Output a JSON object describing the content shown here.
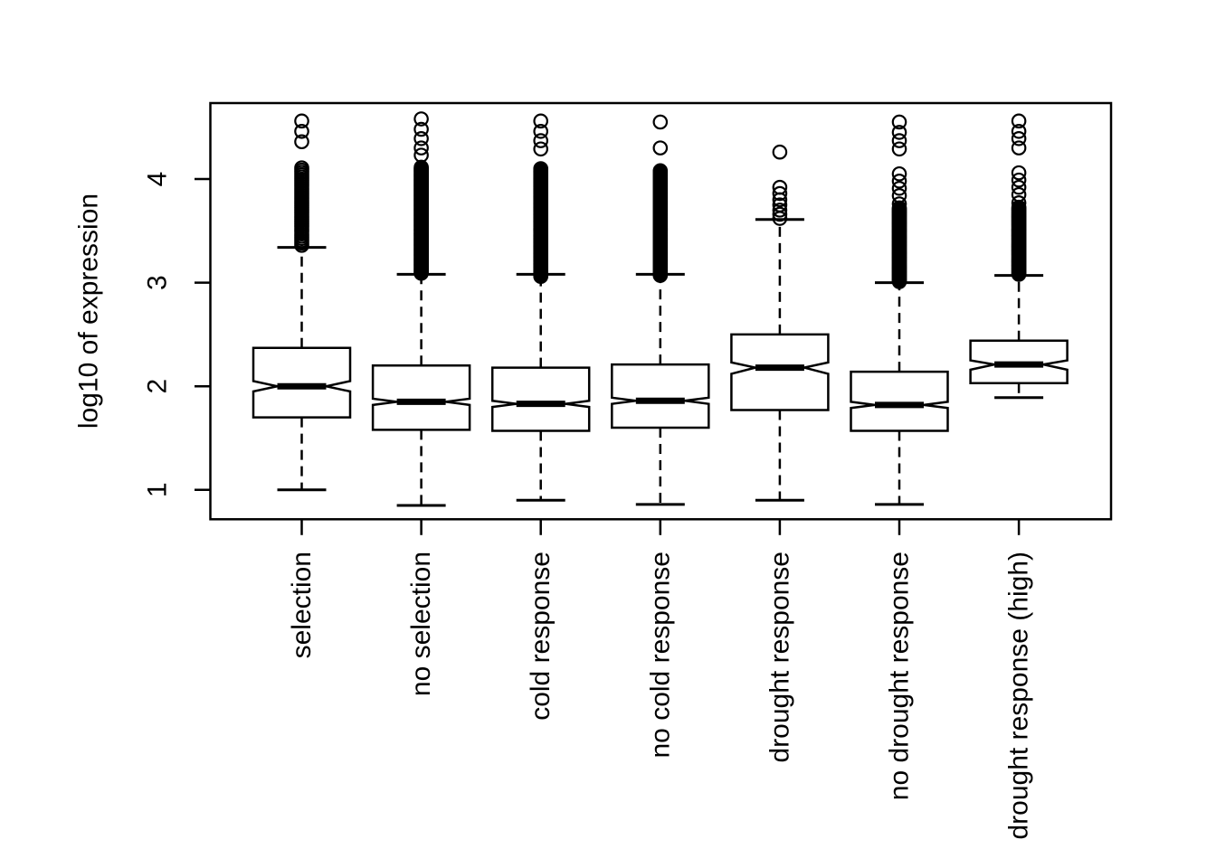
{
  "chart_data": {
    "type": "boxplot",
    "title": "",
    "ylabel": "log10 of expression",
    "xlabel": "",
    "yticks": [
      1,
      2,
      3,
      4
    ],
    "ylim": [
      0.72,
      4.73
    ],
    "grid": false,
    "notched": true,
    "legend_position": "none",
    "ink_color": "#000000",
    "background_color": "#ffffff",
    "categories": [
      "selection",
      "no selection",
      "cold response",
      "no cold response",
      "drought response",
      "no drought response",
      "drought response (high)"
    ],
    "series": [
      {
        "label": "selection",
        "whisker_low": 1.0,
        "q1": 1.7,
        "median": 2.0,
        "q3": 2.37,
        "whisker_high": 3.34,
        "notch_low": 1.95,
        "notch_high": 2.05,
        "outliers": [
          4.36,
          4.46,
          4.56
        ],
        "outlier_column": {
          "from": 3.36,
          "to": 4.1,
          "step": 0.022
        }
      },
      {
        "label": "no selection",
        "whisker_low": 0.85,
        "q1": 1.58,
        "median": 1.85,
        "q3": 2.2,
        "whisker_high": 3.08,
        "notch_low": 1.82,
        "notch_high": 1.88,
        "outliers": [
          4.23,
          4.3,
          4.39,
          4.48,
          4.58
        ],
        "outlier_column": {
          "from": 3.09,
          "to": 4.11,
          "step": 0.008
        }
      },
      {
        "label": "cold response",
        "whisker_low": 0.9,
        "q1": 1.57,
        "median": 1.83,
        "q3": 2.18,
        "whisker_high": 3.08,
        "notch_low": 1.8,
        "notch_high": 1.86,
        "outliers": [
          4.29,
          4.37,
          4.46,
          4.56
        ],
        "outlier_column": {
          "from": 3.06,
          "to": 4.1,
          "step": 0.01
        }
      },
      {
        "label": "no cold response",
        "whisker_low": 0.86,
        "q1": 1.6,
        "median": 1.86,
        "q3": 2.21,
        "whisker_high": 3.08,
        "notch_low": 1.83,
        "notch_high": 1.89,
        "outliers": [
          4.3,
          4.55
        ],
        "outlier_column": {
          "from": 3.07,
          "to": 4.08,
          "step": 0.01
        }
      },
      {
        "label": "drought response",
        "whisker_low": 0.9,
        "q1": 1.77,
        "median": 2.18,
        "q3": 2.5,
        "whisker_high": 3.61,
        "notch_low": 2.12,
        "notch_high": 2.23,
        "outliers": [
          3.62,
          3.66,
          3.7,
          3.75,
          3.8,
          3.86,
          3.92,
          4.26
        ],
        "outlier_column": null
      },
      {
        "label": "no drought response",
        "whisker_low": 0.86,
        "q1": 1.57,
        "median": 1.82,
        "q3": 2.14,
        "whisker_high": 3.0,
        "notch_low": 1.79,
        "notch_high": 1.85,
        "outliers": [
          3.76,
          3.84,
          3.91,
          3.98,
          4.05,
          4.29,
          4.37,
          4.45,
          4.55
        ],
        "outlier_column": {
          "from": 3.01,
          "to": 3.72,
          "step": 0.009
        }
      },
      {
        "label": "drought response (high)",
        "whisker_low": 1.89,
        "q1": 2.03,
        "median": 2.21,
        "q3": 2.44,
        "whisker_high": 3.07,
        "notch_low": 2.16,
        "notch_high": 2.25,
        "outliers": [
          3.77,
          3.85,
          3.92,
          3.99,
          4.06,
          4.3,
          4.39,
          4.46,
          4.56
        ],
        "outlier_column": {
          "from": 3.08,
          "to": 3.73,
          "step": 0.009
        }
      }
    ]
  }
}
